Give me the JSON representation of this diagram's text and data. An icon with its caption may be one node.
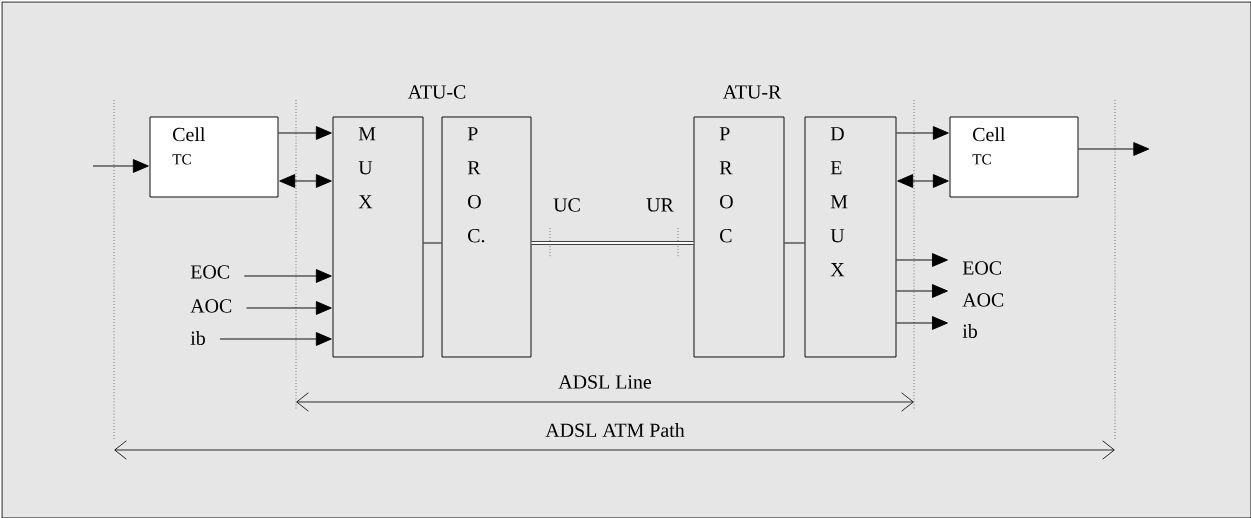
{
  "diagram": {
    "nodes": [
      {
        "text": [
          "Cell",
          "TC"
        ]
      },
      {
        "text": [
          "M U X"
        ]
      },
      {
        "text": [
          "P R O C."
        ]
      },
      {
        "text": [
          "P R O C"
        ]
      },
      {
        "text": [
          "D E M U X"
        ]
      },
      {
        "text": [
          "Cell",
          "TC"
        ]
      },
      {
        "text": [
          "EOC"
        ]
      },
      {
        "text": [
          "AOC"
        ]
      },
      {
        "text": [
          "ib"
        ]
      },
      {
        "text": [
          "EOC"
        ]
      },
      {
        "text": [
          "AOC"
        ]
      },
      {
        "text": [
          "ib"
        ]
      }
    ],
    "edges": [
      {
        "from": null,
        "to": 0,
        "arrow": "to"
      },
      {
        "from": 0,
        "to": 1,
        "arrow": "to"
      },
      {
        "from": 0,
        "to": 1,
        "arrow": "both"
      },
      {
        "from": 6,
        "to": 1,
        "arrow": "to"
      },
      {
        "from": 7,
        "to": 1,
        "arrow": "to"
      },
      {
        "from": 8,
        "to": 1,
        "arrow": "to"
      },
      {
        "from": 1,
        "to": 2,
        "arrow": "none"
      },
      {
        "from": 2,
        "to": 3,
        "arrow": "none",
        "style": "thick"
      },
      {
        "from": 3,
        "to": 4,
        "arrow": "none"
      },
      {
        "from": 4,
        "to": 5,
        "arrow": "to"
      },
      {
        "from": 4,
        "to": 5,
        "arrow": "both"
      },
      {
        "from": 4,
        "to": 9,
        "arrow": "to"
      },
      {
        "from": 4,
        "to": 10,
        "arrow": "to"
      },
      {
        "from": 4,
        "to": 11,
        "arrow": "to"
      },
      {
        "from": 5,
        "to": null,
        "arrow": "to"
      }
    ],
    "labels": [
      "ATU-C",
      "ATU-R",
      "UC",
      "UR",
      "ADSL Line",
      "ADSL ATM Path"
    ]
  }
}
